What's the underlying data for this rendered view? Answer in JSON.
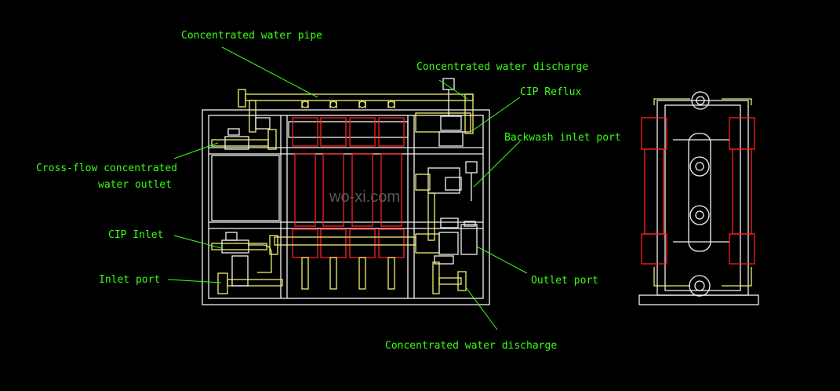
{
  "labels": {
    "concentrated_water_pipe": "Concentrated water pipe",
    "concentrated_water_discharge_top": "Concentrated water discharge",
    "cip_reflux": "CIP Reflux",
    "backwash_inlet_port": "Backwash inlet port",
    "cross_flow_line1": "Cross-flow concentrated",
    "cross_flow_line2": "water outlet",
    "cip_inlet": "CIP Inlet",
    "inlet_port": "Inlet port",
    "outlet_port": "Outlet port",
    "concentrated_water_discharge_bottom": "Concentrated water discharge"
  },
  "watermark": "wo-xi.com",
  "colors": {
    "background": "#000000",
    "label_text": "#39ff14",
    "frame": "#f2f2f2",
    "pipe": "#f4f070",
    "membrane_module": "#ff2020",
    "leader_line": "#39ff14"
  }
}
